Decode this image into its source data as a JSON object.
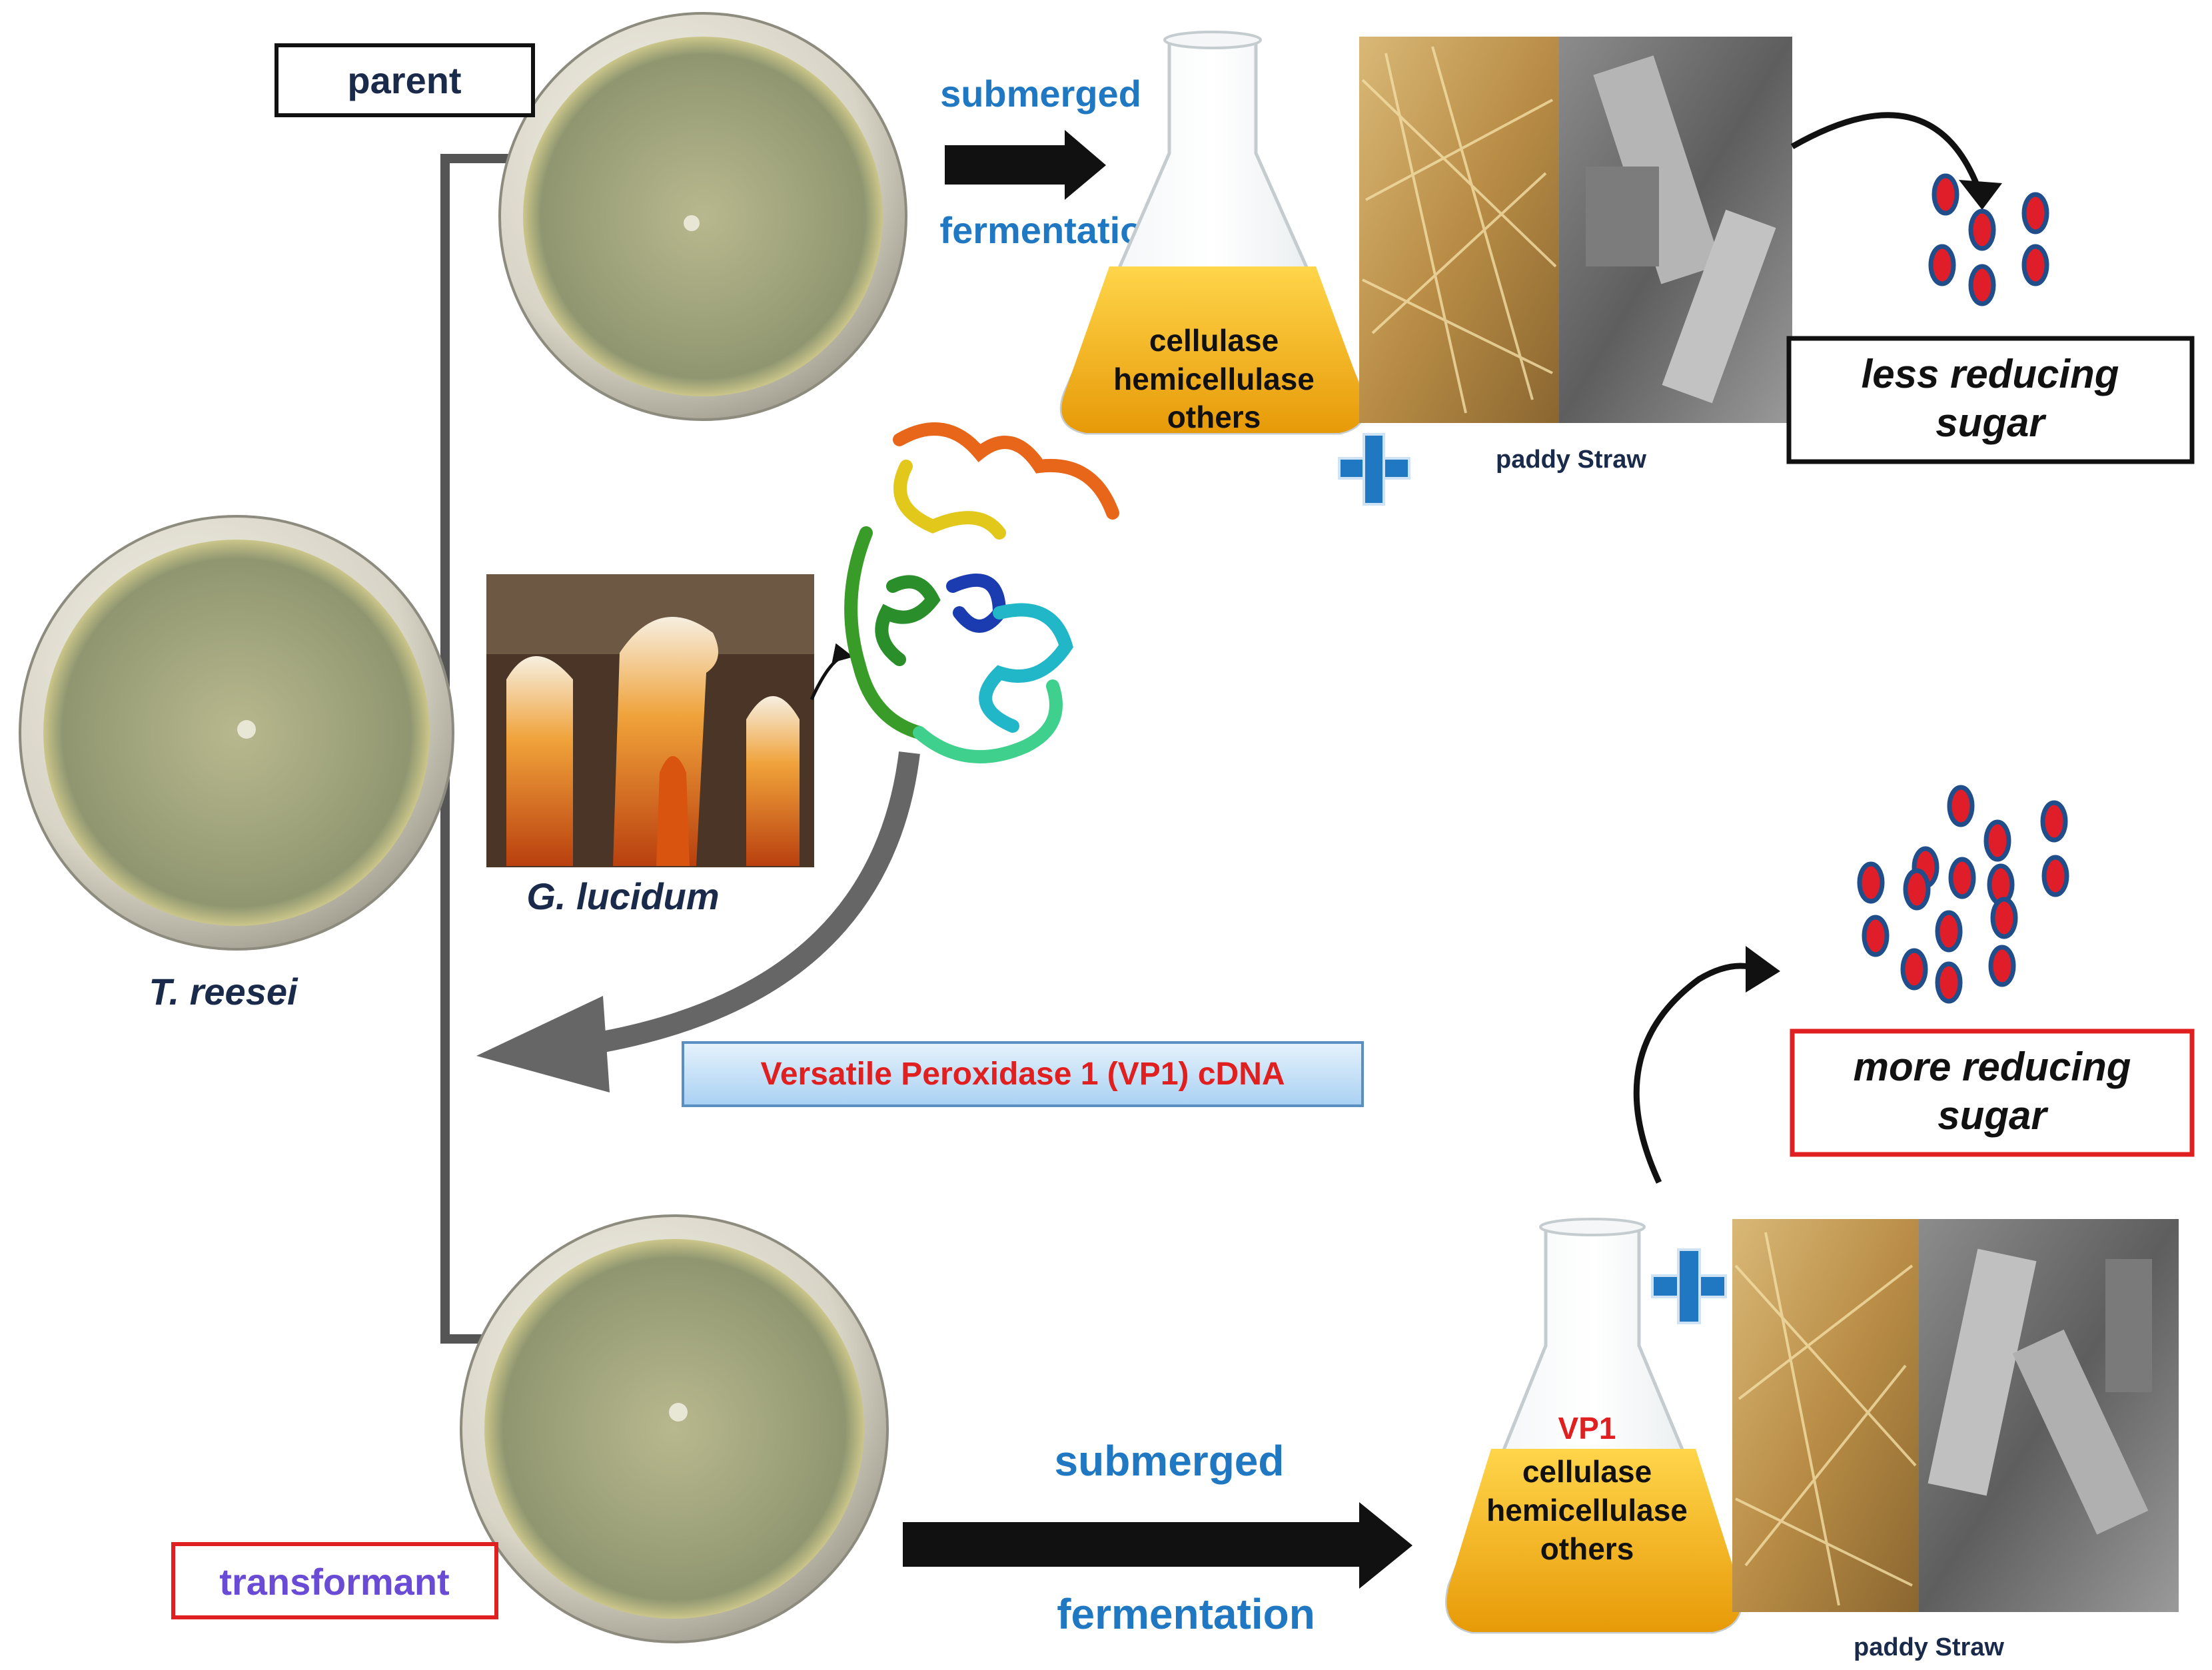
{
  "labels": {
    "parent": "parent",
    "t_reesei": "T. reesei",
    "g_lucidum": "G. lucidum",
    "transformant": "transformant",
    "vp1_cdna": "Versatile Peroxidase 1 (VP1) cDNA"
  },
  "top_process": {
    "line1": "submerged",
    "line2": "fermentation",
    "flask_lines": [
      "cellulase",
      "hemicellulase",
      "others"
    ],
    "substrate_label": "paddy Straw",
    "result_line1": "less reducing",
    "result_line2": "sugar"
  },
  "bottom_process": {
    "line1": "submerged",
    "line2": "fermentation",
    "flask_vp1": "VP1",
    "flask_lines": [
      "cellulase",
      "hemicellulase",
      "others"
    ],
    "substrate_label": "paddy Straw",
    "result_line1": "more reducing",
    "result_line2": "sugar"
  },
  "colors": {
    "blue_text": "#1f78c1",
    "red_text": "#e02020",
    "purple_text": "#6a4bd6",
    "navy_text": "#1a2a4a",
    "flask_fill": "#f2b01a",
    "cdna_box": "#cfe6fa"
  },
  "icons": [
    "plus-icon",
    "protein-structure-icon",
    "mushroom-photo",
    "petri-dish-icon",
    "flask-icon",
    "sugar-molecule-icon"
  ]
}
